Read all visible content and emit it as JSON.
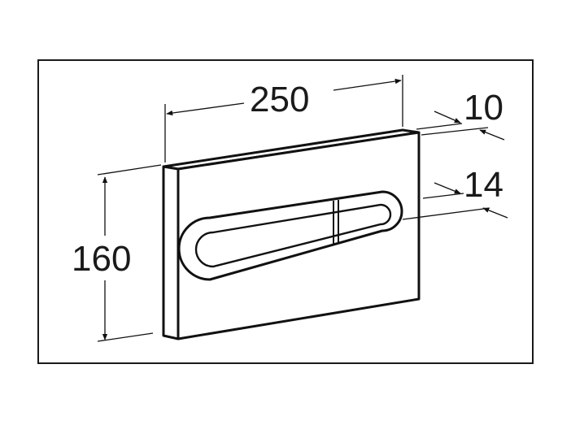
{
  "dimensions": {
    "width": "250",
    "height": "160",
    "plate_thickness": "10",
    "button_depth": "14"
  },
  "colors": {
    "line": "#111111",
    "background": "#ffffff"
  }
}
